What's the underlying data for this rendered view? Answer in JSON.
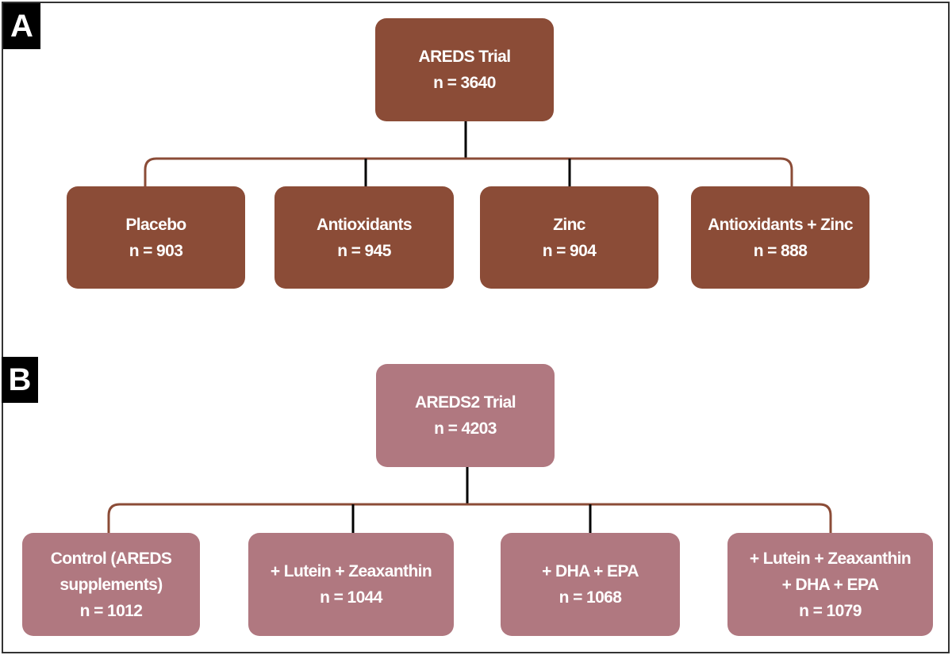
{
  "colors": {
    "panel_a_box": "#8b4c37",
    "panel_b_box": "#b07880",
    "connector": "#8b4c37",
    "stem": "#000000"
  },
  "panel_a": {
    "label": "A",
    "root": {
      "title": "AREDS Trial",
      "n": "n = 3640"
    },
    "arms": [
      {
        "title": "Placebo",
        "n": "n = 903"
      },
      {
        "title": "Antioxidants",
        "n": "n = 945"
      },
      {
        "title": "Zinc",
        "n": "n = 904"
      },
      {
        "title": "Antioxidants + Zinc",
        "n": "n = 888"
      }
    ]
  },
  "panel_b": {
    "label": "B",
    "root": {
      "title": "AREDS2 Trial",
      "n": "n = 4203"
    },
    "arms": [
      {
        "title": "Control (AREDS",
        "title2": "supplements)",
        "n": "n = 1012"
      },
      {
        "title": "+ Lutein + Zeaxanthin",
        "n": "n = 1044"
      },
      {
        "title": "+ DHA + EPA",
        "n": "n = 1068"
      },
      {
        "title": "+ Lutein + Zeaxanthin",
        "title2": "+ DHA + EPA",
        "n": "n = 1079"
      }
    ]
  }
}
